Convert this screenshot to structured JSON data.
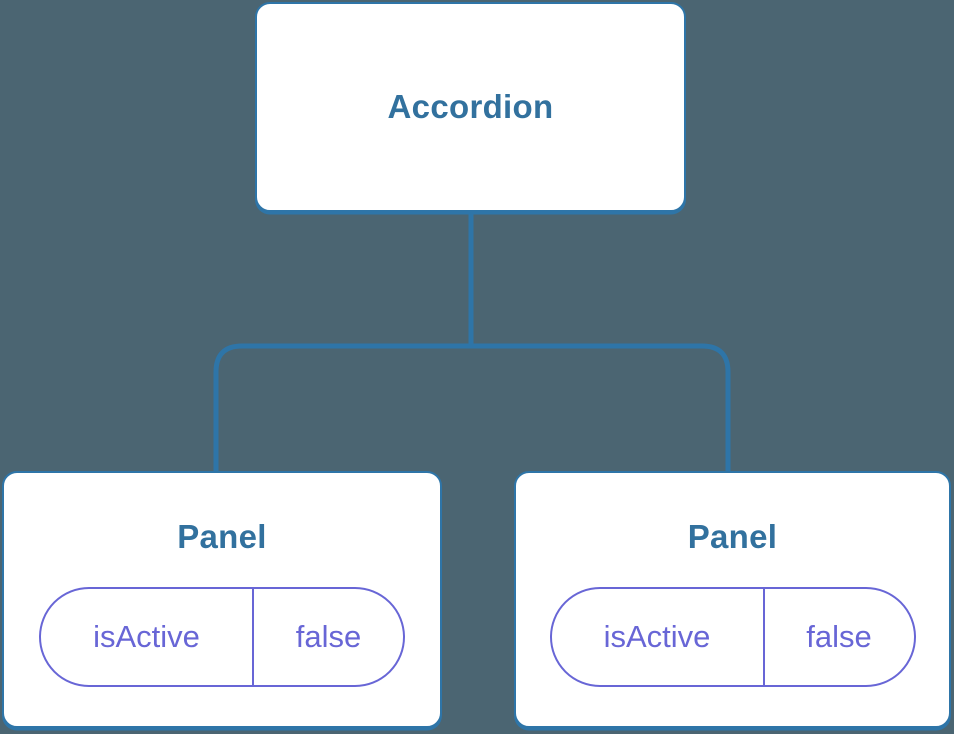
{
  "theme": {
    "background": "#4b6572",
    "node_fill": "#ffffff",
    "node_border": "#2e75a8",
    "node_title": "#32719e",
    "line": "#2e75a8",
    "pill": "#6866d6"
  },
  "diagram": {
    "type": "component-tree",
    "root": {
      "label": "Accordion"
    },
    "children": [
      {
        "label": "Panel",
        "state": {
          "key": "isActive",
          "value": "false"
        }
      },
      {
        "label": "Panel",
        "state": {
          "key": "isActive",
          "value": "false"
        }
      }
    ]
  }
}
